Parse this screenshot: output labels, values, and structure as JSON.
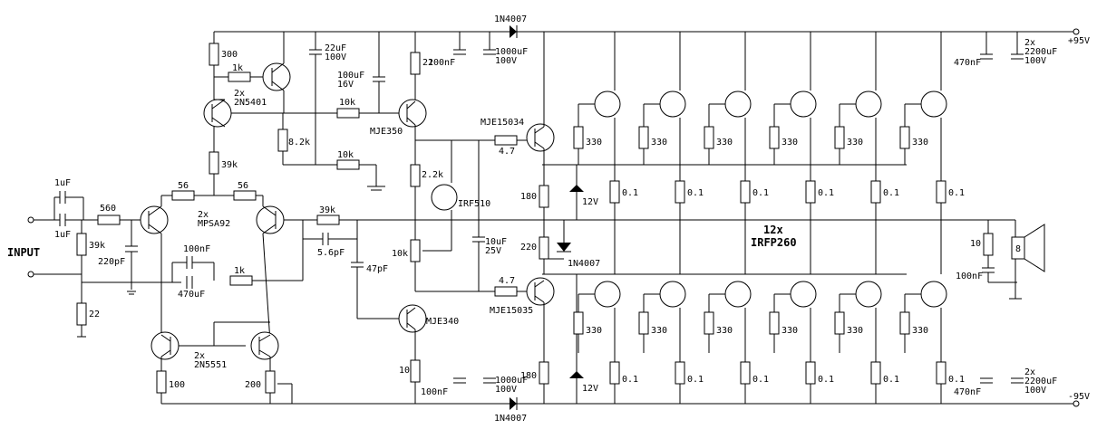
{
  "labels": {
    "input": "INPUT",
    "vpos": "+95V",
    "vneg": "-95V",
    "mosfet_count": "12x",
    "mosfet_type": "IRFP260",
    "d_top": "1N4007",
    "d_bot": "1N4007",
    "d_bias": "1N4007",
    "q_2n5401": "2x\n2N5401",
    "q_mpsa92": "2x\nMPSA92",
    "q_2n5551": "2x\n2N5551",
    "q_mje350": "MJE350",
    "q_mje340": "MJE340",
    "q_mje15034": "MJE15034",
    "q_mje15035": "MJE15035",
    "q_irf510": "IRF510",
    "c_out_top": "2x\n2200uF\n100V",
    "c_out_bot": "2x\n2200uF\n100V"
  },
  "values": {
    "r300": "300",
    "r1k_a": "1k",
    "r22_top": "22",
    "c22u": "22uF\n100V",
    "c100u": "100uF\n16V",
    "r10k_a": "10k",
    "r82k": "8.2k",
    "r10k_b": "10k",
    "r39k_a": "39k",
    "c100n_top": "100nF",
    "c1000u_top": "1000uF\n100V",
    "c470n_top": "470nF",
    "r22k": "2.2k",
    "r47_top": "4.7",
    "r330": "330",
    "r180_top": "180",
    "z12_top": "12V",
    "r01": "0.1",
    "c1u_a": "1uF",
    "c1u_b": "1uF",
    "r560": "560",
    "r39k_b": "39k",
    "c220p": "220pF",
    "r22_in": "22",
    "r56_a": "56",
    "r56_b": "56",
    "r39k_c": "39k",
    "c56p": "5.6pF",
    "c100n_fb": "100nF",
    "c470u": "470uF",
    "r1k_b": "1k",
    "c47p": "47pF",
    "r10k_pot": "10k",
    "c10u": "10uF\n25V",
    "r220": "220",
    "r47_bot": "4.7",
    "r10_zob": "10",
    "c100n_zob": "100nF",
    "spk": "8",
    "r100": "100",
    "r200": "200",
    "r10_bot": "10",
    "c100n_bot": "100nF",
    "c1000u_bot": "1000uF\n100V",
    "r180_bot": "180",
    "z12_bot": "12V",
    "c470n_bot": "470nF"
  }
}
